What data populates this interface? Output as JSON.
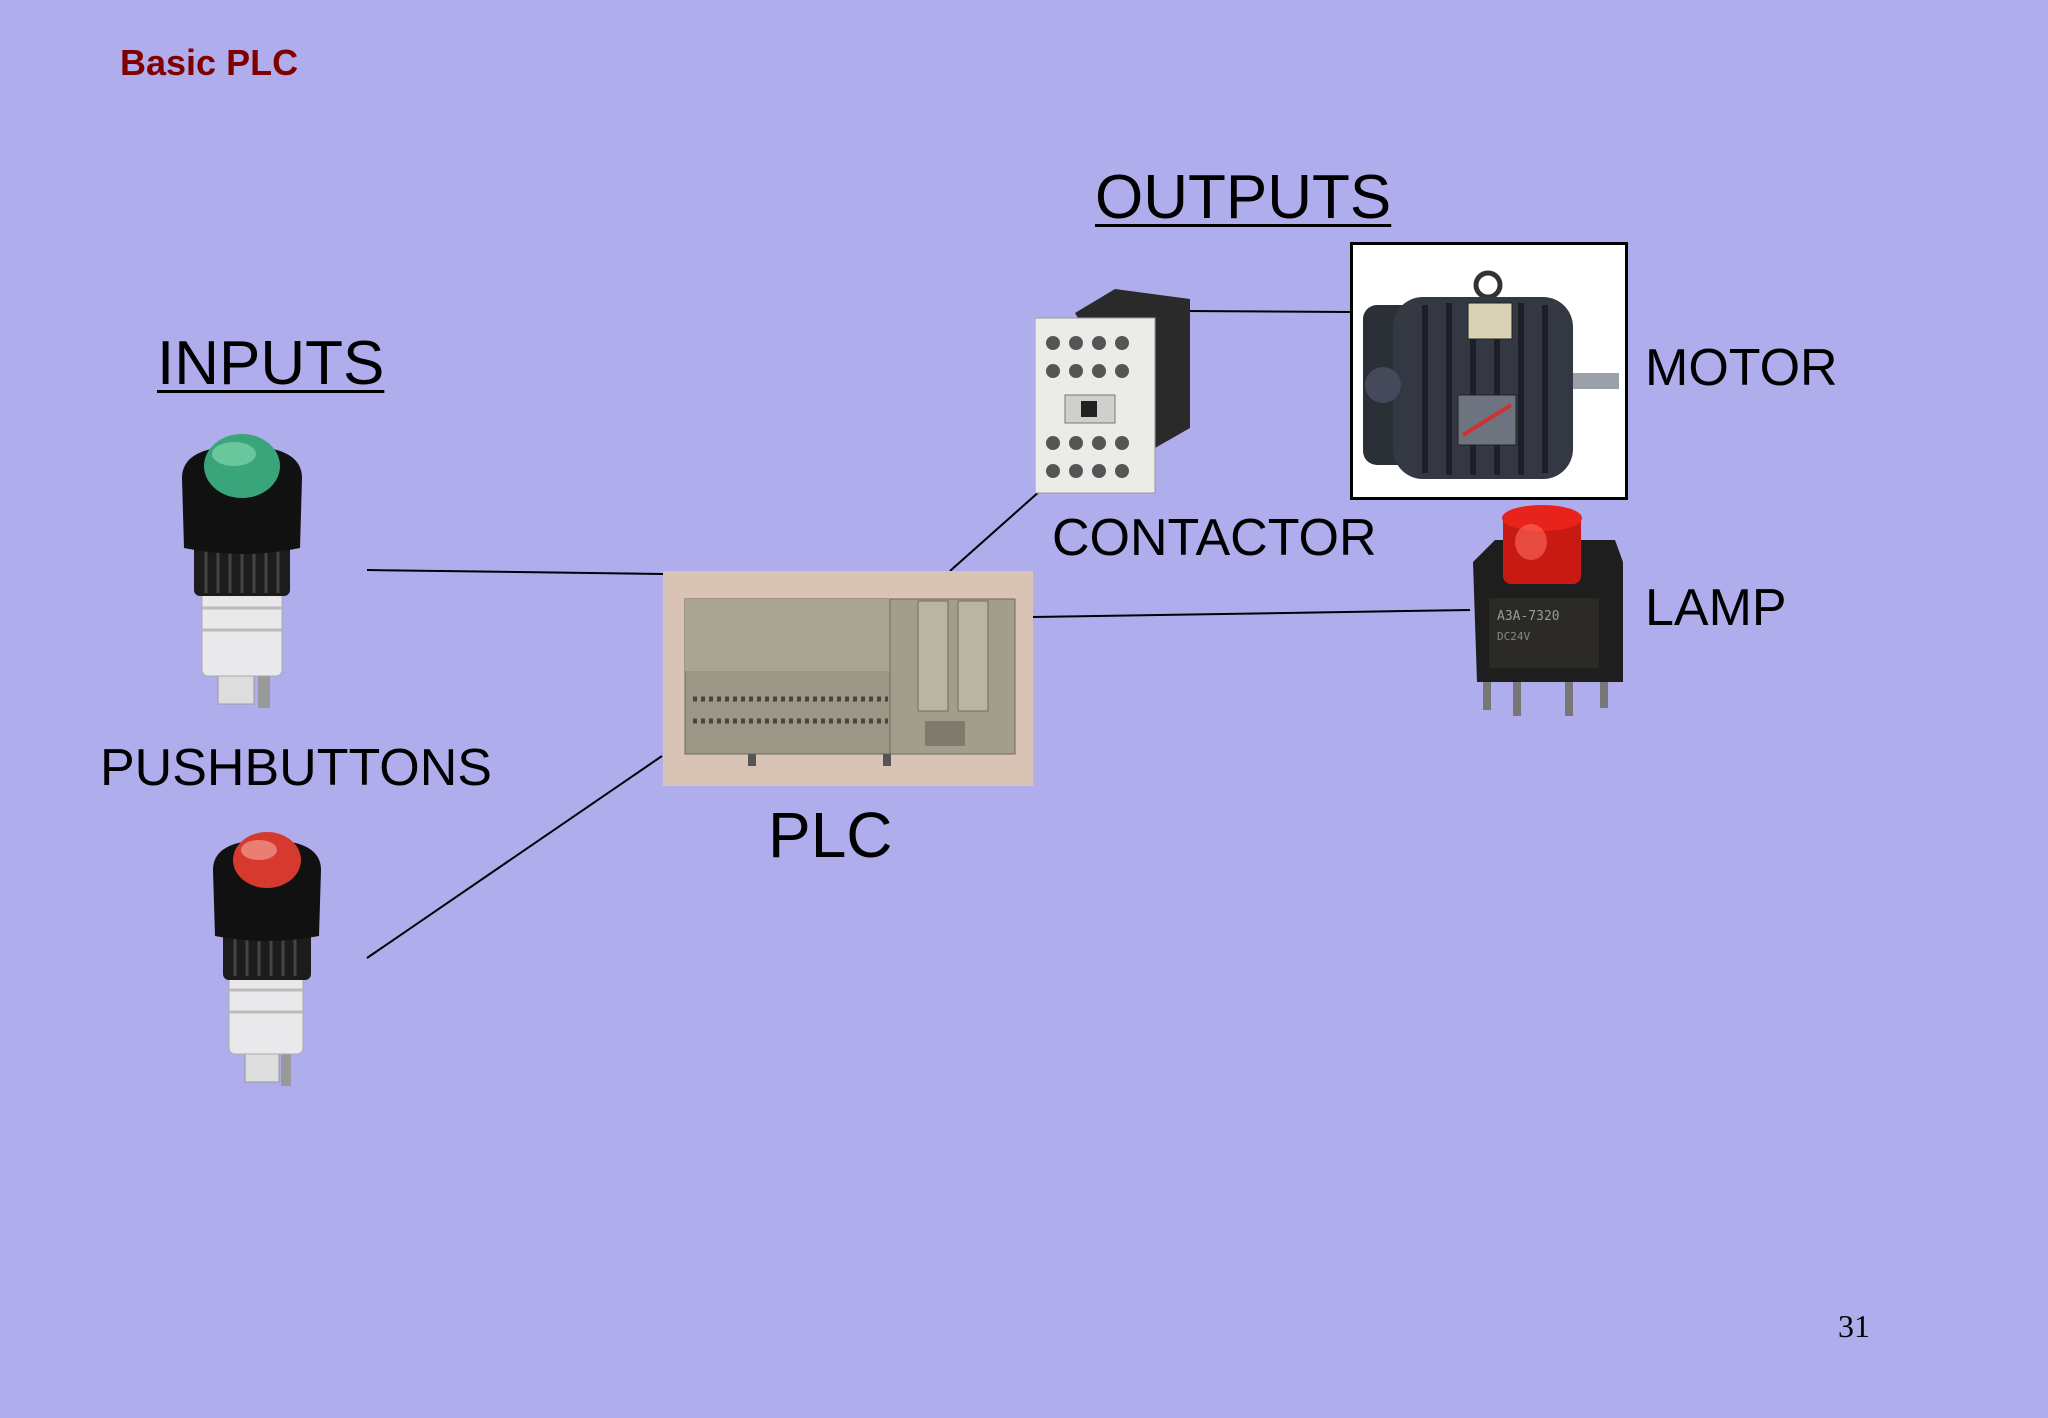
{
  "slide": {
    "title": "Basic PLC",
    "page_number": "31"
  },
  "inputs": {
    "heading": "INPUTS",
    "pushbuttons_label": "PUSHBUTTONS"
  },
  "plc": {
    "label": "PLC"
  },
  "outputs": {
    "heading": "OUTPUTS",
    "contactor_label": "CONTACTOR",
    "motor_label": "MOTOR",
    "lamp_label": "LAMP"
  },
  "colors": {
    "background": "#b0aded",
    "title": "#800000",
    "green_button": "#3aa57a",
    "red_button": "#d63a2f",
    "lamp": "#e8231b"
  }
}
